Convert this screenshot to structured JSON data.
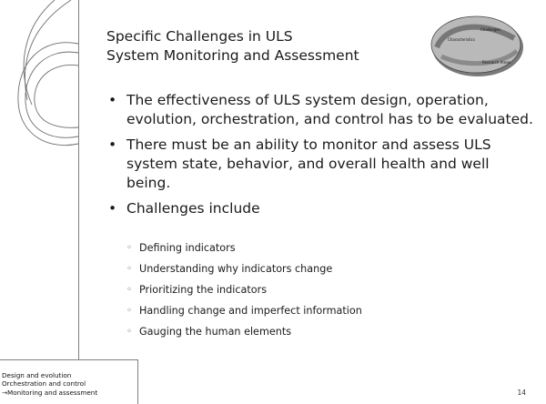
{
  "slide": {
    "title_line1": "Specific Challenges in ULS",
    "title_line2": "System Monitoring and Assessment",
    "bullets": [
      "The effectiveness of ULS system design, operation, evolution, orchestration, and control has to be evaluated.",
      "There must be an ability to monitor and assess ULS system state, behavior, and overall health and well being.",
      "Challenges include"
    ],
    "sub_bullets": [
      "Defining indicators",
      "Understanding why indicators change",
      "Prioritizing the indicators",
      "Handling change and imperfect information",
      "Gauging the human elements"
    ],
    "logo": {
      "labels": [
        "Characteristics",
        "Challenges",
        "Research Areas"
      ]
    },
    "nav": {
      "line1": "Design and evolution",
      "line2": "Orchestration and control",
      "line3": "→Monitoring and assessment"
    },
    "page_number": "14",
    "bullet_symbol": "•",
    "sub_bullet_symbol": "◦",
    "colors": {
      "border": "#7f7f7f",
      "logo_fill": "#b9b9b9",
      "logo_shadow": "#7a7a7a"
    }
  }
}
